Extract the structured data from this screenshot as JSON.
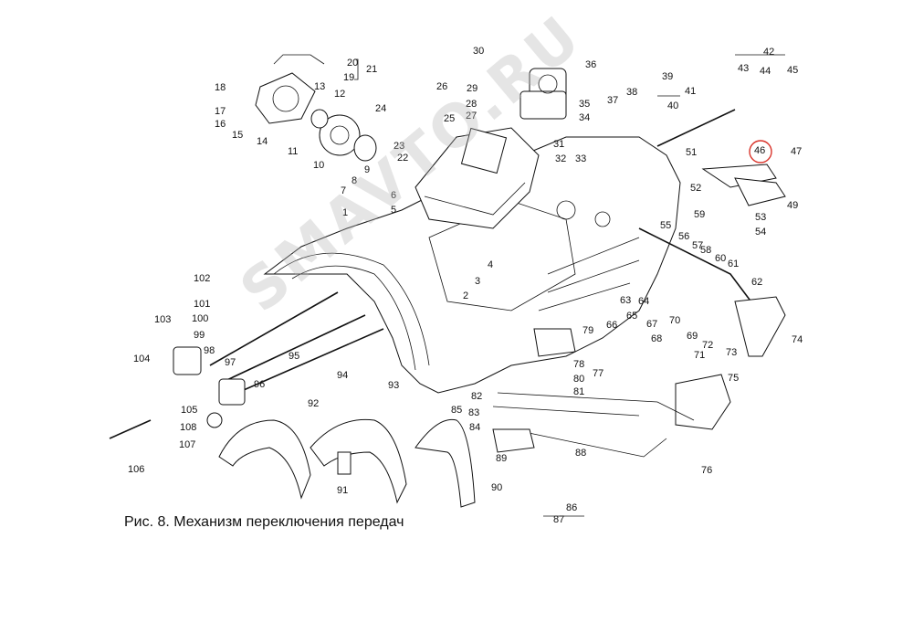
{
  "figure": {
    "caption": "Рис. 8. Механизм переключения передач",
    "watermark": "SMAVTO.RU",
    "highlight_color": "#d9342b",
    "highlighted_label": "46"
  },
  "part_labels": [
    "1",
    "2",
    "3",
    "4",
    "5",
    "6",
    "7",
    "8",
    "9",
    "10",
    "11",
    "12",
    "13",
    "14",
    "15",
    "16",
    "17",
    "18",
    "19",
    "20",
    "21",
    "22",
    "23",
    "24",
    "25",
    "26",
    "27",
    "28",
    "29",
    "30",
    "31",
    "32",
    "33",
    "34",
    "35",
    "36",
    "37",
    "38",
    "39",
    "40",
    "41",
    "42",
    "43",
    "44",
    "45",
    "46",
    "47",
    "49",
    "51",
    "52",
    "53",
    "54",
    "55",
    "56",
    "57",
    "58",
    "59",
    "60",
    "61",
    "62",
    "63",
    "64",
    "65",
    "66",
    "67",
    "68",
    "69",
    "70",
    "71",
    "72",
    "73",
    "74",
    "75",
    "76",
    "77",
    "78",
    "79",
    "80",
    "81",
    "82",
    "83",
    "84",
    "85",
    "86",
    "87",
    "88",
    "89",
    "90",
    "91",
    "92",
    "93",
    "94",
    "95",
    "96",
    "97",
    "98",
    "99",
    "100",
    "101",
    "102",
    "103",
    "104",
    "105",
    "106",
    "107",
    "108"
  ]
}
